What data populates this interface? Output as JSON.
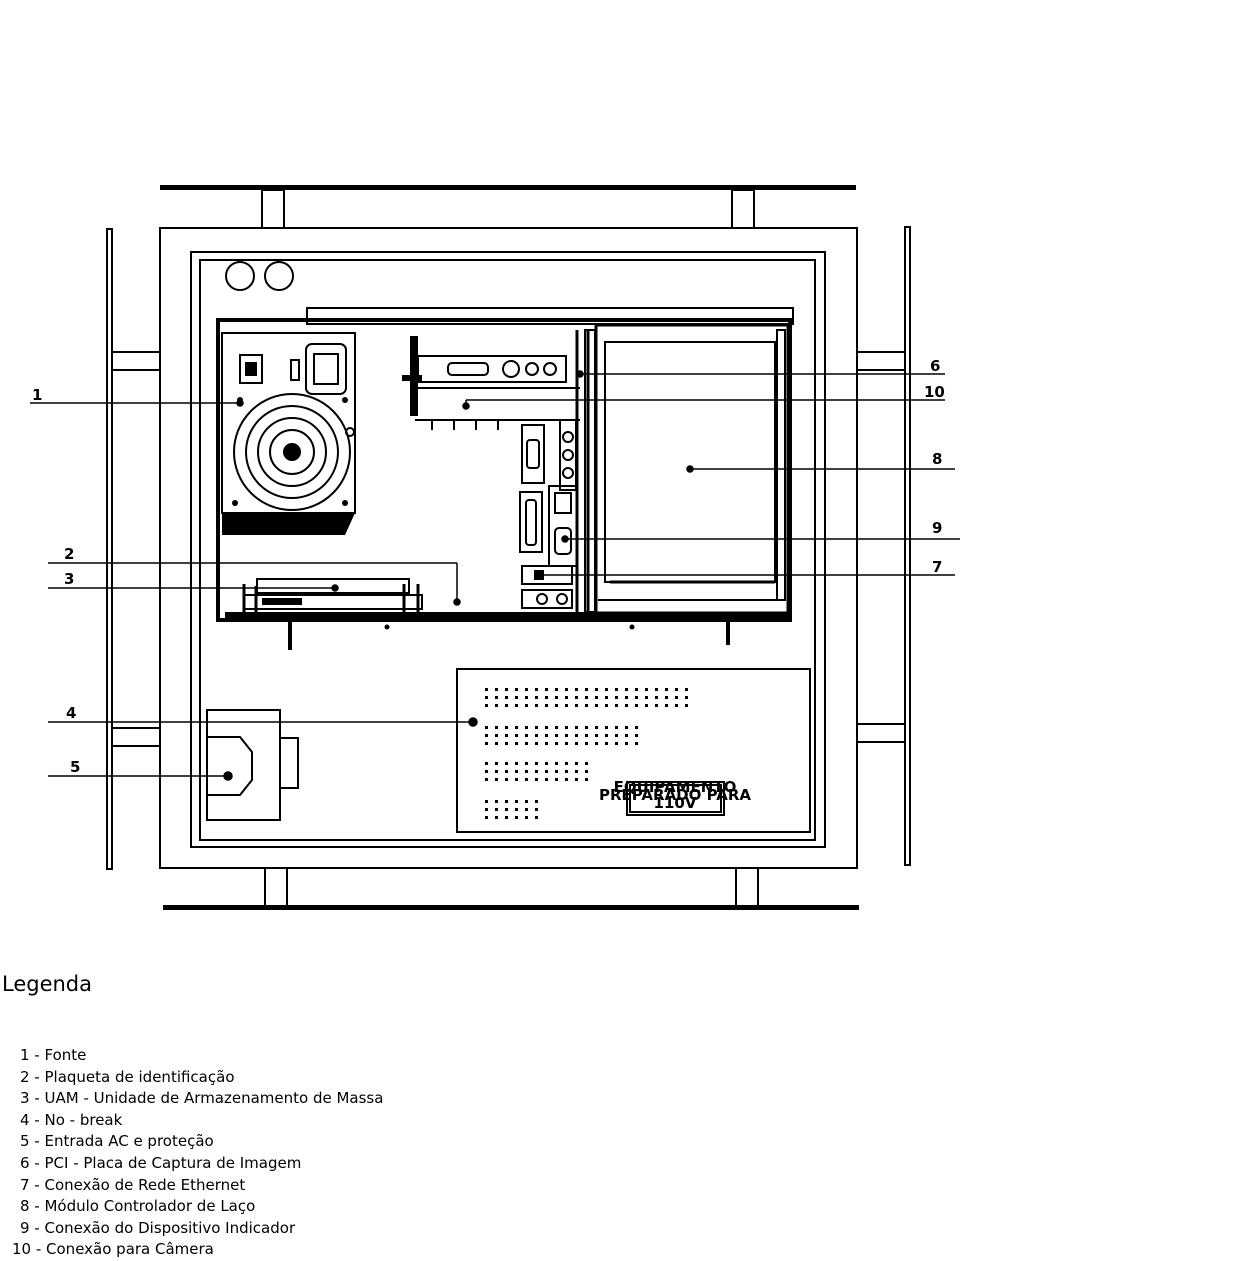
{
  "diagram": {
    "callouts": [
      {
        "number": "1"
      },
      {
        "number": "2"
      },
      {
        "number": "3"
      },
      {
        "number": "4"
      },
      {
        "number": "5"
      },
      {
        "number": "6"
      },
      {
        "number": "10"
      },
      {
        "number": "8"
      },
      {
        "number": "9"
      },
      {
        "number": "7"
      }
    ],
    "voltage_plate": [
      "EQUIPAMENTO",
      "PREPARADO PARA",
      "110V"
    ]
  },
  "legend": {
    "title": "Legenda",
    "items": [
      "1 - Fonte",
      "2 - Plaqueta de identificação",
      "3 - UAM - Unidade de Armazenamento de Massa",
      "4 - No - break",
      "5 - Entrada AC e proteção",
      "6 - PCI - Placa de Captura de Imagem",
      "7 - Conexão de Rede Ethernet",
      "8 - Módulo Controlador de Laço",
      "9 - Conexão do Dispositivo Indicador",
      "10 - Conexão para Câmera"
    ]
  }
}
